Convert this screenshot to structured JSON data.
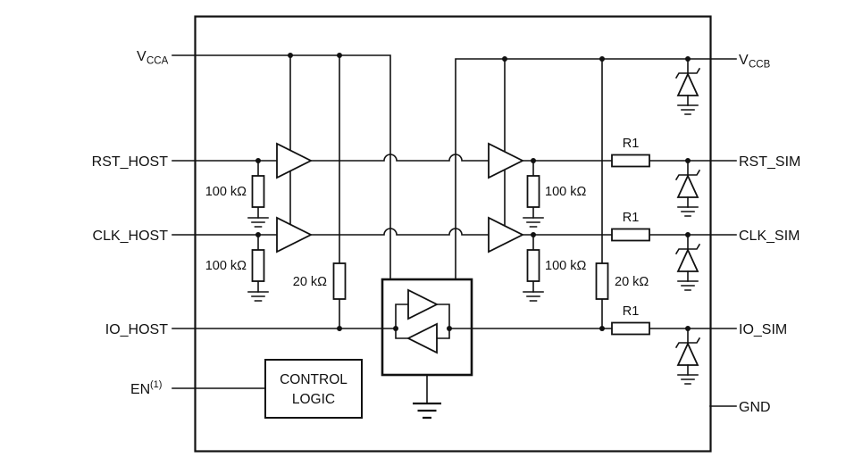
{
  "diagram": {
    "colors": {
      "line": "#111111",
      "background": "#ffffff"
    },
    "pins": {
      "vcca": {
        "main": "V",
        "sub": "CCA"
      },
      "vccb": {
        "main": "V",
        "sub": "CCB"
      },
      "rst_host": "RST_HOST",
      "clk_host": "CLK_HOST",
      "io_host": "IO_HOST",
      "en": {
        "main": "EN",
        "sup": "(1)"
      },
      "rst_sim": "RST_SIM",
      "clk_sim": "CLK_SIM",
      "io_sim": "IO_SIM",
      "gnd": "GND"
    },
    "components": {
      "r_pulldown": "100 kΩ",
      "r_pullup": "20 kΩ",
      "r_series": "R1"
    },
    "control_logic": {
      "line1": "CONTROL",
      "line2": "LOGIC"
    }
  }
}
